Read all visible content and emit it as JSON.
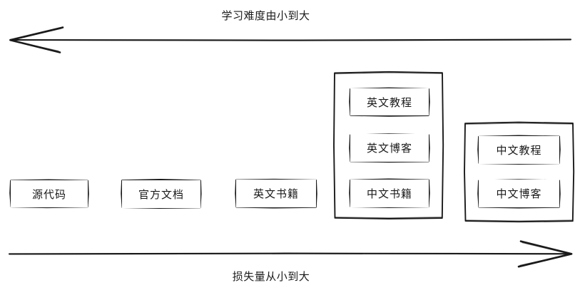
{
  "diagram": {
    "title_top": "学习难度由小到大",
    "title_bottom": "损失量从小到大",
    "style": {
      "stroke_color": "#1a1a1a",
      "background_color": "#ffffff",
      "box_fill": "#ffffff"
    },
    "top_axis": {
      "label": "学习难度由小到大",
      "direction": "left",
      "arrowhead": "left-end"
    },
    "bottom_axis": {
      "label": "损失量从小到大",
      "direction": "right",
      "arrowhead": "right-end"
    },
    "nodes": [
      {
        "id": "node-source-code",
        "label": "源代码"
      },
      {
        "id": "node-official-docs",
        "label": "官方文档"
      },
      {
        "id": "node-english-books",
        "label": "英文书籍"
      }
    ],
    "groups": [
      {
        "id": "group-english-cluster",
        "items": [
          {
            "id": "node-english-tutorial",
            "label": "英文教程"
          },
          {
            "id": "node-english-blog",
            "label": "英文博客"
          },
          {
            "id": "node-chinese-books",
            "label": "中文书籍"
          }
        ]
      },
      {
        "id": "group-chinese-cluster",
        "items": [
          {
            "id": "node-chinese-tutorial",
            "label": "中文教程"
          },
          {
            "id": "node-chinese-blog",
            "label": "中文博客"
          }
        ]
      }
    ]
  }
}
